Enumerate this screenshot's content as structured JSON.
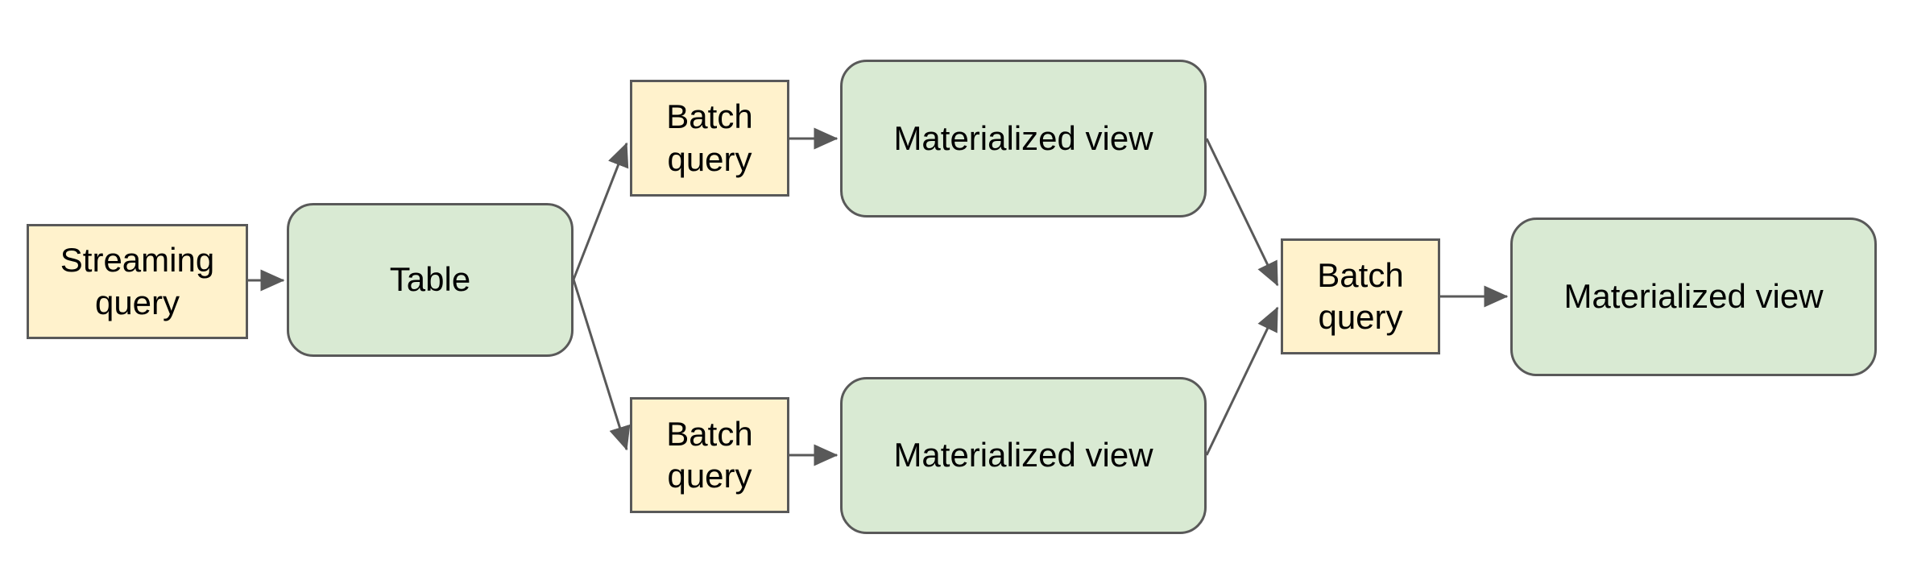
{
  "diagram": {
    "background": "#ffffff",
    "colors": {
      "query_fill": "#fff2cc",
      "store_fill": "#d9ead3",
      "stroke": "#595959",
      "arrow": "#595959",
      "text": "#000000"
    },
    "nodes": [
      {
        "id": "streaming-query",
        "label": "Streaming query",
        "shape": "rectangle"
      },
      {
        "id": "table",
        "label": "Table",
        "shape": "rounded-rectangle"
      },
      {
        "id": "batch-query-top",
        "label": "Batch query",
        "shape": "rectangle"
      },
      {
        "id": "materialized-view-top",
        "label": "Materialized view",
        "shape": "rounded-rectangle"
      },
      {
        "id": "batch-query-bottom",
        "label": "Batch query",
        "shape": "rectangle"
      },
      {
        "id": "materialized-view-bottom",
        "label": "Materialized view",
        "shape": "rounded-rectangle"
      },
      {
        "id": "batch-query-merge",
        "label": "Batch query",
        "shape": "rectangle"
      },
      {
        "id": "materialized-view-final",
        "label": "Materialized view",
        "shape": "rounded-rectangle"
      }
    ],
    "edges": [
      {
        "from": "streaming-query",
        "to": "table"
      },
      {
        "from": "table",
        "to": "batch-query-top"
      },
      {
        "from": "batch-query-top",
        "to": "materialized-view-top"
      },
      {
        "from": "table",
        "to": "batch-query-bottom"
      },
      {
        "from": "batch-query-bottom",
        "to": "materialized-view-bottom"
      },
      {
        "from": "materialized-view-top",
        "to": "batch-query-merge"
      },
      {
        "from": "materialized-view-bottom",
        "to": "batch-query-merge"
      },
      {
        "from": "batch-query-merge",
        "to": "materialized-view-final"
      }
    ]
  }
}
